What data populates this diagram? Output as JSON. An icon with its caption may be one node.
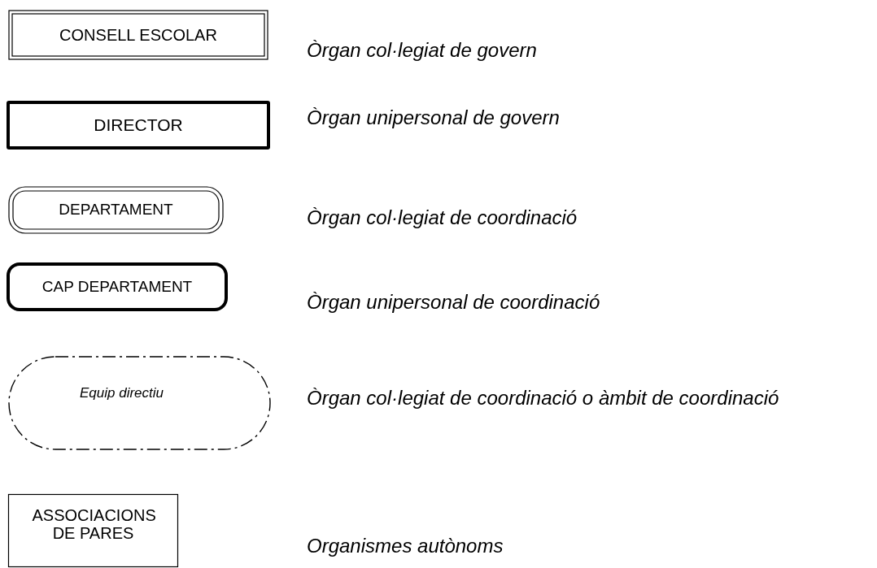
{
  "diagram": {
    "nodes": [
      {
        "text": [
          "CONSELL ESCOLAR"
        ]
      },
      {
        "text": [
          "DIRECTOR"
        ]
      },
      {
        "text": [
          "DEPARTAMENT"
        ]
      },
      {
        "text": [
          "CAP DEPARTAMENT"
        ]
      },
      {
        "text": [
          "Equip directiu"
        ]
      },
      {
        "text": [
          "ASSOCIACIONS DE PARES"
        ]
      }
    ],
    "labels": [
      "Òrgan col·legiat de govern",
      "Òrgan unipersonal de govern",
      "Òrgan col·legiat de coordinació",
      "Òrgan unipersonal de coordinació",
      "Òrgan col·legiat de coordinació o àmbit de coordinació",
      "Organismes autònoms"
    ]
  }
}
